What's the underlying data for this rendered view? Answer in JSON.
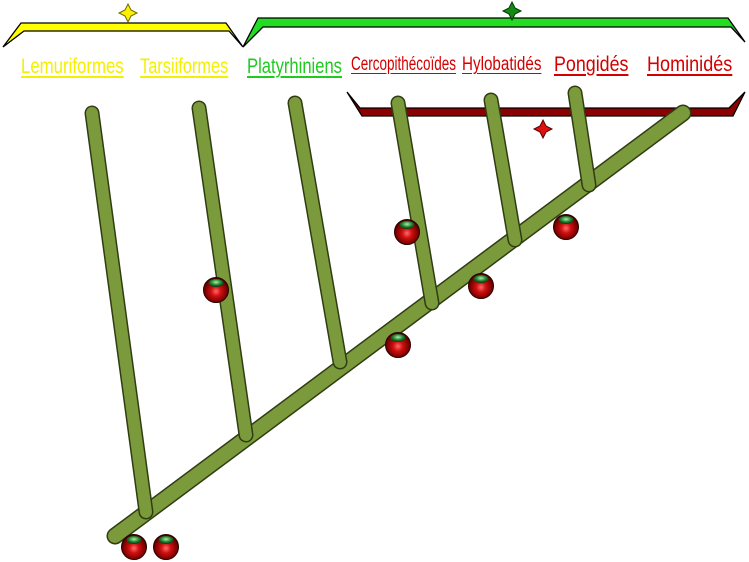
{
  "colors": {
    "branch": "#7a9a3c",
    "branch_outline": "#2f3d12",
    "prosimian_bracket": "#ffff00",
    "anthropoid_bracket": "#22dd22",
    "catarrhine_bracket": "#8b0000",
    "lemur_label": "#f5ef00",
    "platyrhinien_label": "#1ecb1e",
    "catarrhine_label": "#d40000",
    "node_ball": "#b00000"
  },
  "icons": {
    "prosimian_marker": "four-point-star-icon",
    "anthropoid_marker": "four-point-star-icon",
    "catarrhine_marker": "four-point-star-icon",
    "trait_marker": "ball-icon"
  },
  "taxa": [
    {
      "id": "lemuriformes",
      "label": "Lemuriformes",
      "group": "prosimian"
    },
    {
      "id": "tarsiiformes",
      "label": "Tarsiiformes",
      "group": "prosimian"
    },
    {
      "id": "platyrhiniens",
      "label": "Platyrhiniens",
      "group": "anthropoid"
    },
    {
      "id": "cercopithecoides",
      "label": "Cercopithécoïdes",
      "group": "catarrhine"
    },
    {
      "id": "hylobatides",
      "label": "Hylobatidés",
      "group": "catarrhine"
    },
    {
      "id": "pongides",
      "label": "Pongidés",
      "group": "catarrhine"
    },
    {
      "id": "hominides",
      "label": "Hominidés",
      "group": "catarrhine"
    }
  ]
}
